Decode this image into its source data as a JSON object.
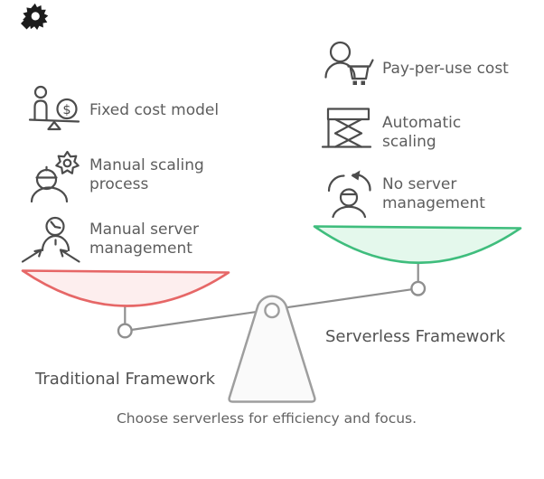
{
  "title": "Framework comparison balance diagram",
  "colors": {
    "background": "#ffffff",
    "text": "#5d5d5d",
    "label_text": "#525252",
    "caption_text": "#636363",
    "icon_stroke": "#4c4c4c",
    "logo_color": "#1c1c1c",
    "red_pan_stroke": "#e66767",
    "red_pan_fill": "#fdeeee",
    "green_pan_stroke": "#3fbd7d",
    "green_pan_fill": "#e4f8ec",
    "scale_line": "#8f8f8f",
    "fulcrum_fill": "#fafafa",
    "fulcrum_stroke": "#9e9e9e"
  },
  "glyphs": {
    "dollar": "$"
  },
  "left_items": [
    {
      "icon": "person-dollar-balance-icon",
      "label": "Fixed cost model"
    },
    {
      "icon": "worker-gear-icon",
      "label": "Manual scaling process"
    },
    {
      "icon": "person-clock-arrows-icon",
      "label": "Manual server management"
    }
  ],
  "right_items": [
    {
      "icon": "person-cart-icon",
      "label": "Pay-per-use cost"
    },
    {
      "icon": "scissor-lift-icon",
      "label": "Automatic scaling"
    },
    {
      "icon": "person-sync-icon",
      "label": "No server management"
    }
  ],
  "scale": {
    "left_label": "Traditional Framework",
    "right_label": "Serverless Framework"
  },
  "caption": "Choose serverless for efficiency and focus."
}
